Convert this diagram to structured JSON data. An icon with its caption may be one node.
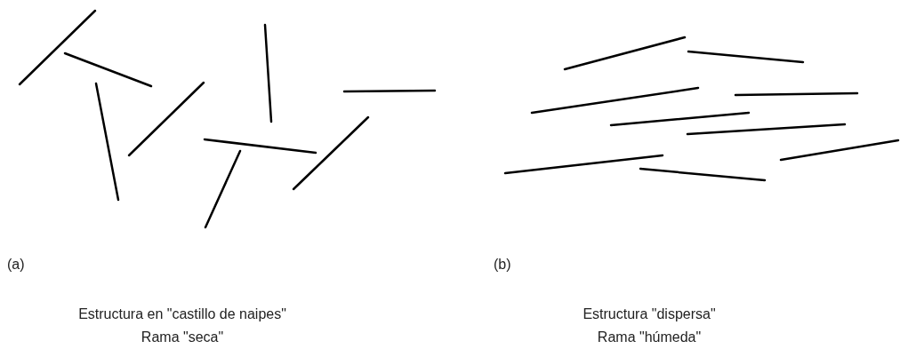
{
  "diagram": {
    "labels": [
      "(a)",
      "(b)",
      "Estructura en \"castillo de naipes\"",
      "Rama \"seca\"",
      "Estructura \"dispersa\"",
      "Rama \"húmeda\""
    ]
  }
}
